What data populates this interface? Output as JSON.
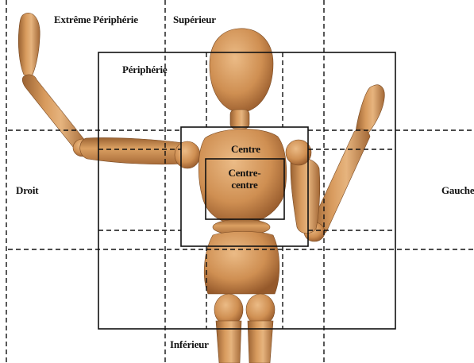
{
  "figure": {
    "alt": "",
    "colors": {
      "lines": "#111111",
      "wood_base": "#c8884c",
      "wood_light": "#e3b07a",
      "wood_dark": "#8f5a2e",
      "background": "#ffffff"
    }
  },
  "zones": {
    "extreme_peripherie": "Extrême Périphérie",
    "superieur": "Supérieur",
    "peripherie": "Périphérie",
    "centre": "Centre",
    "centre_centre_line1": "Centre-",
    "centre_centre_line2": "centre",
    "droit": "Droit",
    "gauche": "Gauche",
    "inferieur": "Inférieur"
  }
}
